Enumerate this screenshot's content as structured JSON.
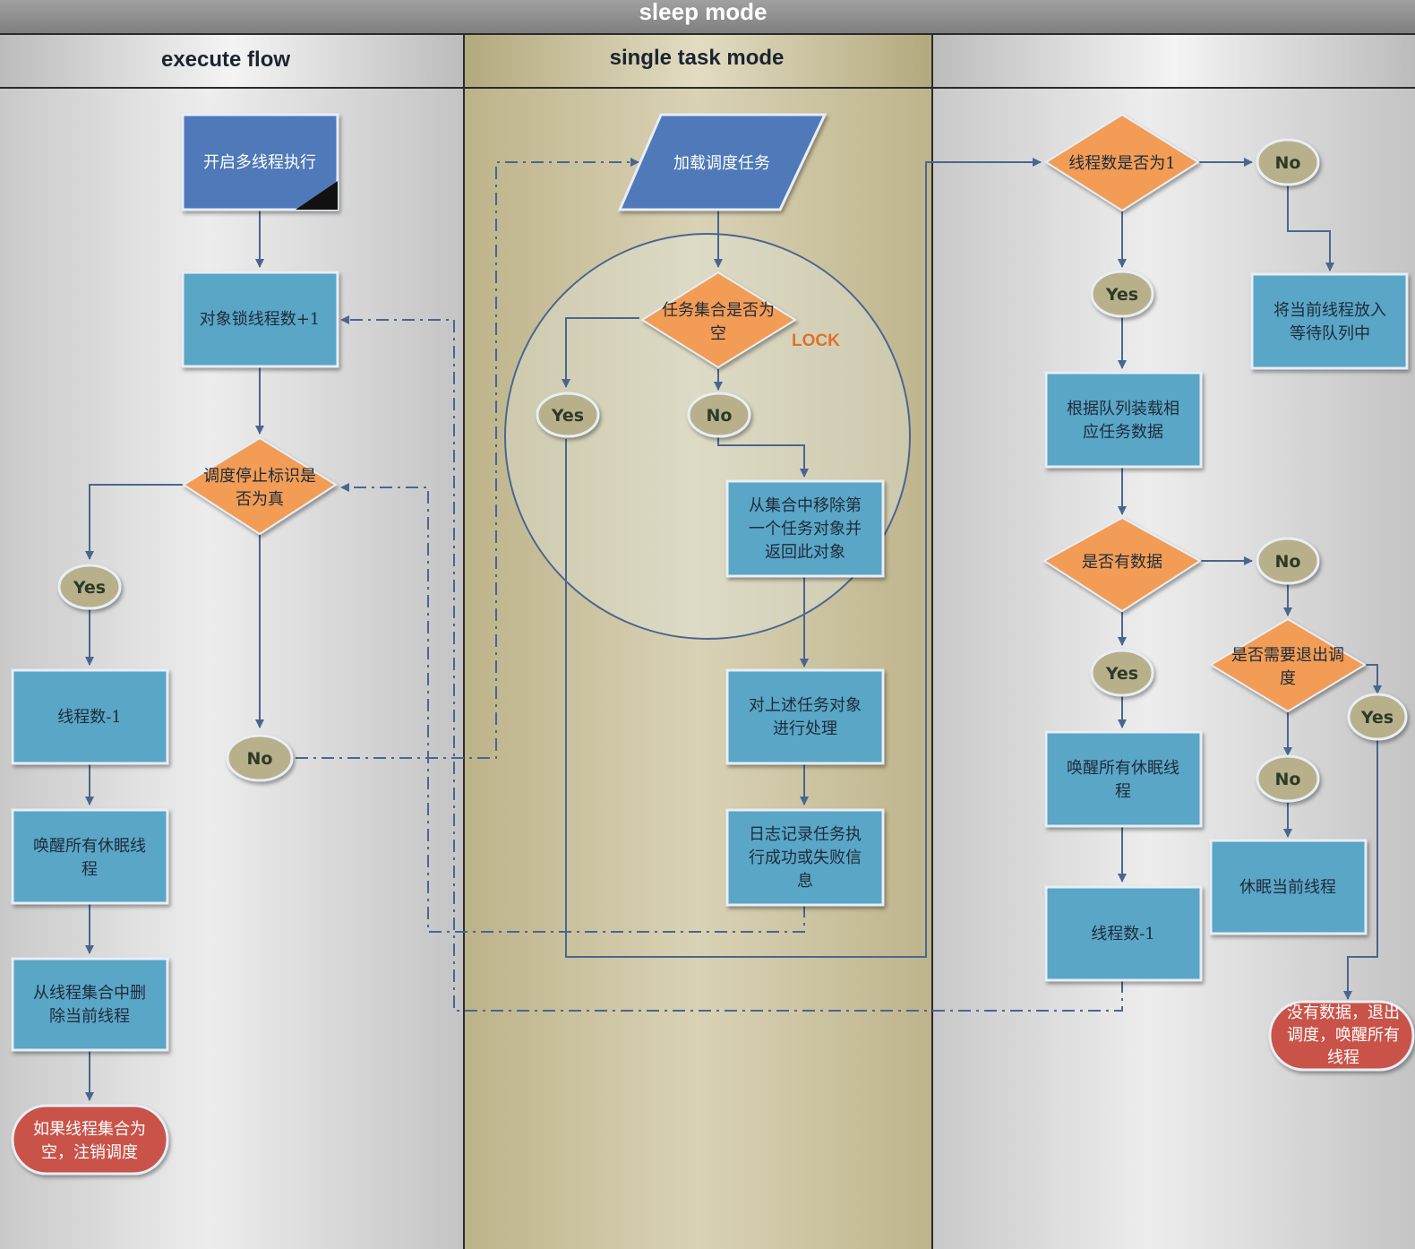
{
  "title": "sleep mode",
  "lanes": {
    "left": "execute flow",
    "middle": "single task mode",
    "right": ""
  },
  "nodes": {
    "start": "开启多线程执行",
    "lock_inc": "对象锁线程数+1",
    "stop_flag_line1": "调度停止标识是",
    "stop_flag_line2": "否为真",
    "left_yes": "Yes",
    "left_no": "No",
    "dec_thread": "线程数-1",
    "wake_all_line1": "唤醒所有休眠线",
    "wake_all_line2": "程",
    "remove_thread_line1": "从线程集合中删",
    "remove_thread_line2": "除当前线程",
    "end_unregister_line1": "如果线程集合为",
    "end_unregister_line2": "空，注销调度",
    "load_task": "加载调度任务",
    "task_empty_line1": "任务集合是否为",
    "task_empty_line2": "空",
    "lock_label": "LOCK",
    "mid_yes": "Yes",
    "mid_no": "No",
    "remove_first_line1": "从集合中移除第",
    "remove_first_line2": "一个任务对象并",
    "remove_first_line3": "返回此对象",
    "process_line1": "对上述任务对象",
    "process_line2": "进行处理",
    "log_line1": "日志记录任务执",
    "log_line2": "行成功或失败信",
    "log_line3": "息",
    "thread_one": "线程数是否为1",
    "right_no1": "No",
    "right_yes1": "Yes",
    "enqueue_line1": "将当前线程放入",
    "enqueue_line2": "等待队列中",
    "load_data_line1": "根据队列装载相",
    "load_data_line2": "应任务数据",
    "has_data": "是否有数据",
    "right_no2": "No",
    "right_yes2": "Yes",
    "need_exit_line1": "是否需要退出调",
    "need_exit_line2": "度",
    "right_yes3": "Yes",
    "right_no3": "No",
    "wake_all2_line1": "唤醒所有休眠线",
    "wake_all2_line2": "程",
    "sleep_current": "休眠当前线程",
    "dec_thread2": "线程数-1",
    "end_nodata_line1": "没有数据，退出",
    "end_nodata_line2": "调度，唤醒所有",
    "end_nodata_line3": "线程"
  },
  "colors": {
    "process_fill": "#5aa6c6",
    "start_fill": "#4f79b8",
    "decision_fill": "#f29c55",
    "oval_fill": "#b7b08a",
    "terminal_fill": "#c9524a",
    "connector": "#4a6690",
    "middle_lane": "#cdc5a4"
  }
}
